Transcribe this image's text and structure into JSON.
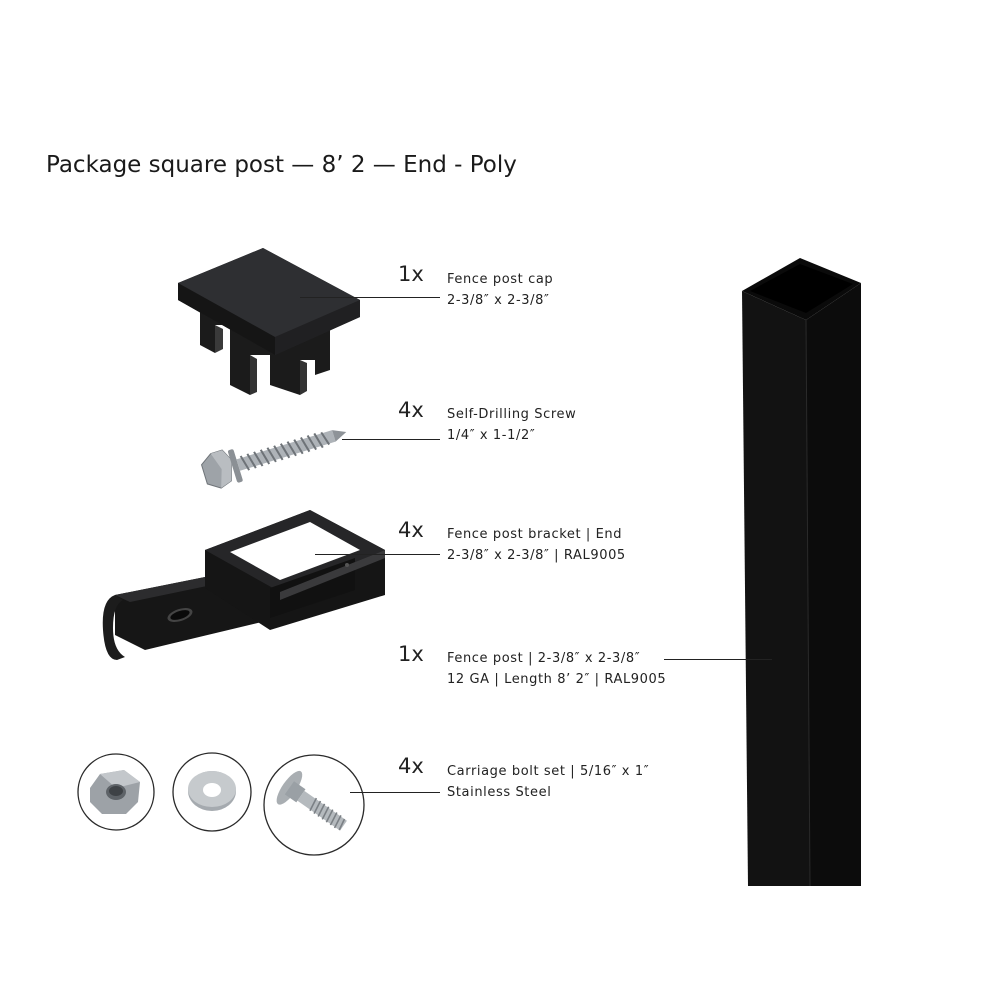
{
  "title": "Package square post — 8’ 2 — End - Poly",
  "items": [
    {
      "qty": "1x",
      "name": "Fence post cap",
      "spec": "2-3/8″ x 2-3/8″"
    },
    {
      "qty": "4x",
      "name": "Self-Drilling Screw",
      "spec": "1/4″ x 1-1/2″"
    },
    {
      "qty": "4x",
      "name": "Fence post bracket | End",
      "spec": "2-3/8″ x 2-3/8″ | RAL9005"
    },
    {
      "qty": "1x",
      "name": "Fence post | 2-3/8″ x 2-3/8″",
      "spec": "12 GA | Length 8’ 2″ | RAL9005"
    },
    {
      "qty": "4x",
      "name": "Carriage bolt set | 5/16″ x 1″",
      "spec": "Stainless Steel"
    }
  ],
  "colors": {
    "post": "#111111",
    "metal": "#a8acb0",
    "text": "#1a1a1a"
  },
  "icons": [
    "post-cap-icon",
    "screw-icon",
    "bracket-icon",
    "nut-icon",
    "washer-icon",
    "carriage-bolt-icon",
    "fence-post-icon"
  ]
}
